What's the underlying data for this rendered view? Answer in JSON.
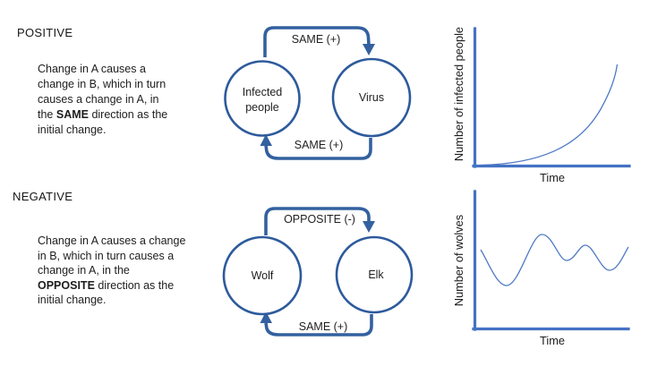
{
  "colors": {
    "diagram_node_stroke": "#2d5a9c",
    "diagram_arrow": "#33619f",
    "graph_axis": "#4472c4",
    "graph_curve": "#4f7ac5",
    "text": "#1f1f1f"
  },
  "positive_section": {
    "heading": "POSITIVE",
    "description": {
      "line1": "Change in A causes a",
      "line2": "change in B, which in turn",
      "line3": "causes a change in A, in",
      "line4_pre": "the ",
      "line4_bold": "SAME",
      "line4_post": " direction as the",
      "line5": "initial change."
    },
    "loop": {
      "node_a_line1": "Infected",
      "node_a_line2": "people",
      "node_b": "Virus",
      "top_arrow_label": "SAME (+)",
      "bottom_arrow_label": "SAME (+)"
    },
    "graph": {
      "y_label": "Number of infected people",
      "x_label": "Time"
    }
  },
  "negative_section": {
    "heading": "NEGATIVE",
    "description": {
      "line1": "Change in A causes a change",
      "line2": "in B, which in turn causes a",
      "line3": "change in A, in the",
      "line4_bold": "OPPOSITE",
      "line4_post": " direction as the",
      "line5": "initial change."
    },
    "loop": {
      "node_a": "Wolf",
      "node_b": "Elk",
      "top_arrow_label": "OPPOSITE (-)",
      "bottom_arrow_label": "SAME (+)"
    },
    "graph": {
      "y_label": "Number of wolves",
      "x_label": "Time"
    }
  },
  "chart_data": [
    {
      "type": "line",
      "title": "",
      "xlabel": "Time",
      "ylabel": "Number of infected people",
      "shape": "exponential growth",
      "grid": false,
      "legend": false,
      "axis_ticks": "none",
      "series": [
        {
          "name": "infected people",
          "x": [
            0,
            1,
            2,
            3,
            4,
            5,
            6,
            7,
            8,
            9,
            10
          ],
          "y": [
            0,
            1,
            2,
            4,
            8,
            14,
            24,
            38,
            55,
            67,
            74
          ]
        }
      ]
    },
    {
      "type": "line",
      "title": "",
      "xlabel": "Time",
      "ylabel": "Number of wolves",
      "shape": "damped oscillation",
      "grid": false,
      "legend": false,
      "axis_ticks": "none",
      "series": [
        {
          "name": "wolves",
          "x": [
            0,
            1.5,
            3.5,
            5,
            6,
            7.5,
            8.5
          ],
          "y": [
            57,
            31,
            69,
            50,
            61,
            43,
            61
          ]
        }
      ]
    }
  ]
}
